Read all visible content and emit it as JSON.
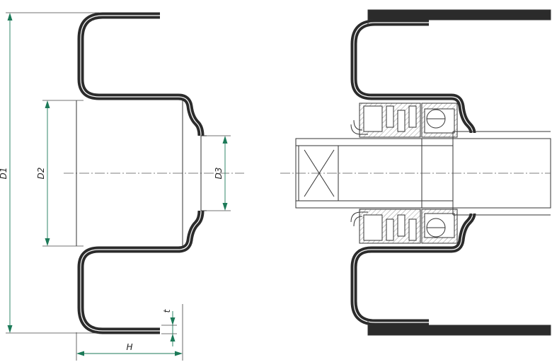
{
  "drawing": {
    "labels": {
      "d1": "D1",
      "d2": "D2",
      "d3": "D3",
      "h": "H",
      "t": "t"
    }
  }
}
